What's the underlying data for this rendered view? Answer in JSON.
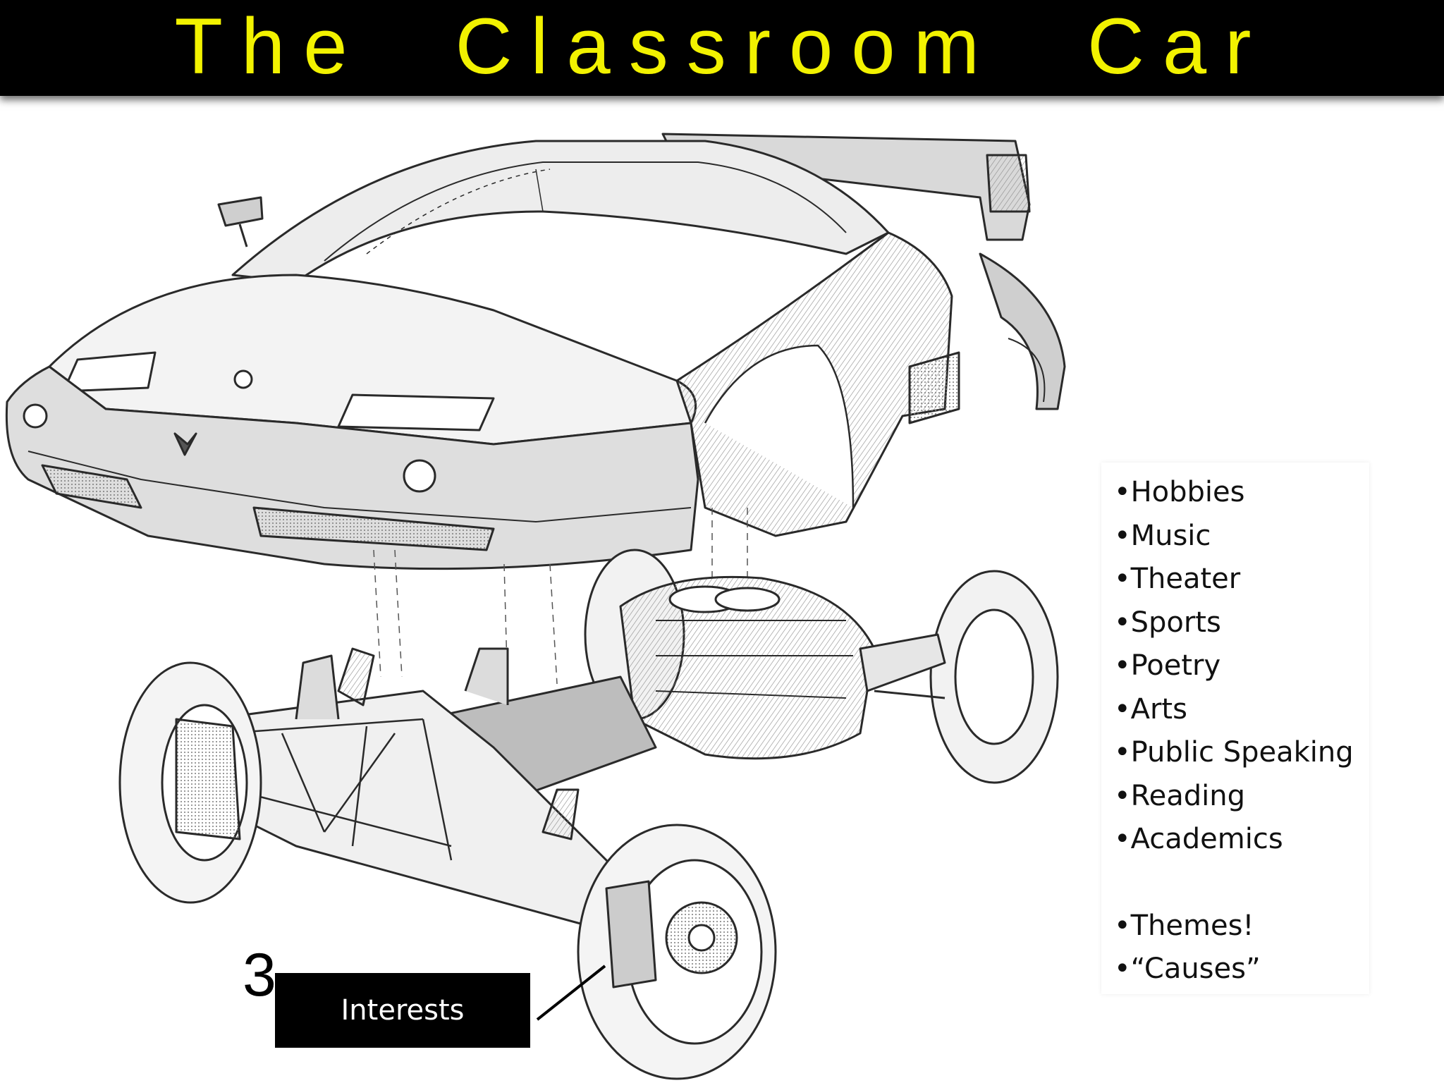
{
  "title": "The Classroom Car",
  "list": {
    "items": [
      "•Hobbies",
      "•Music",
      "•Theater",
      "•Sports",
      "•Poetry",
      "•Arts",
      "•Public Speaking",
      "•Reading",
      "•Academics"
    ],
    "extras": [
      "•Themes!",
      "•“Causes”"
    ]
  },
  "callout": {
    "number": "3",
    "label": "Interests"
  },
  "colors": {
    "title_bar": "#000000",
    "title_text": "#f2f200",
    "callout_bg": "#000000",
    "callout_text": "#ffffff"
  }
}
